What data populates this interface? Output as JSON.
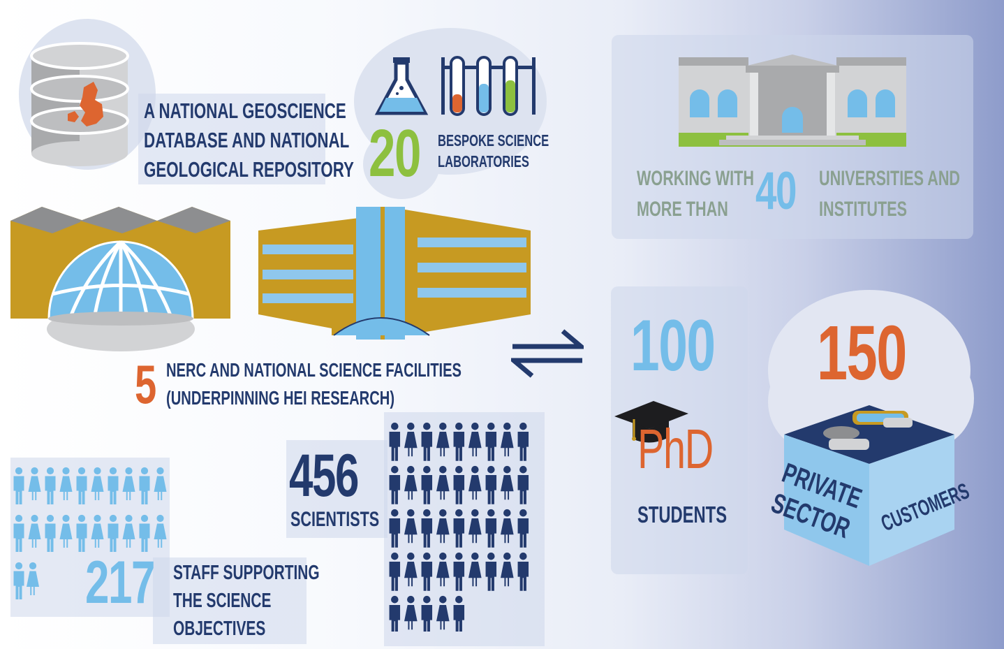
{
  "geoscience": {
    "lines": [
      "A NATIONAL GEOSCIENCE",
      "DATABASE AND NATIONAL",
      "GEOLOGICAL REPOSITORY"
    ]
  },
  "labs": {
    "number": "20",
    "lines": [
      "BESPOKE SCIENCE",
      "LABORATORIES"
    ]
  },
  "universities": {
    "prefix_lines": [
      "WORKING WITH",
      "MORE THAN"
    ],
    "number": "40",
    "suffix_lines": [
      "UNIVERSITIES AND",
      "INSTITUTES"
    ]
  },
  "facilities": {
    "number": "5",
    "lines": [
      "NERC AND NATIONAL SCIENCE FACILITIES",
      "(UNDERPINNING HEI RESEARCH)"
    ]
  },
  "phd": {
    "number": "100",
    "badge": "PhD",
    "label": "STUDENTS"
  },
  "private_sector": {
    "number": "150",
    "side_left": [
      "PRIVATE",
      "SECTOR"
    ],
    "side_right": "CUSTOMERS"
  },
  "scientists": {
    "number": "456",
    "label": "SCIENTISTS"
  },
  "staff": {
    "number": "217",
    "lines": [
      "STAFF SUPPORTING",
      "THE SCIENCE",
      "OBJECTIVES"
    ]
  },
  "colors": {
    "navy": "#233a6d",
    "light_blue": "#74bde9",
    "orange": "#dd6530",
    "green": "#8dc03f",
    "gold": "#c79a22"
  }
}
